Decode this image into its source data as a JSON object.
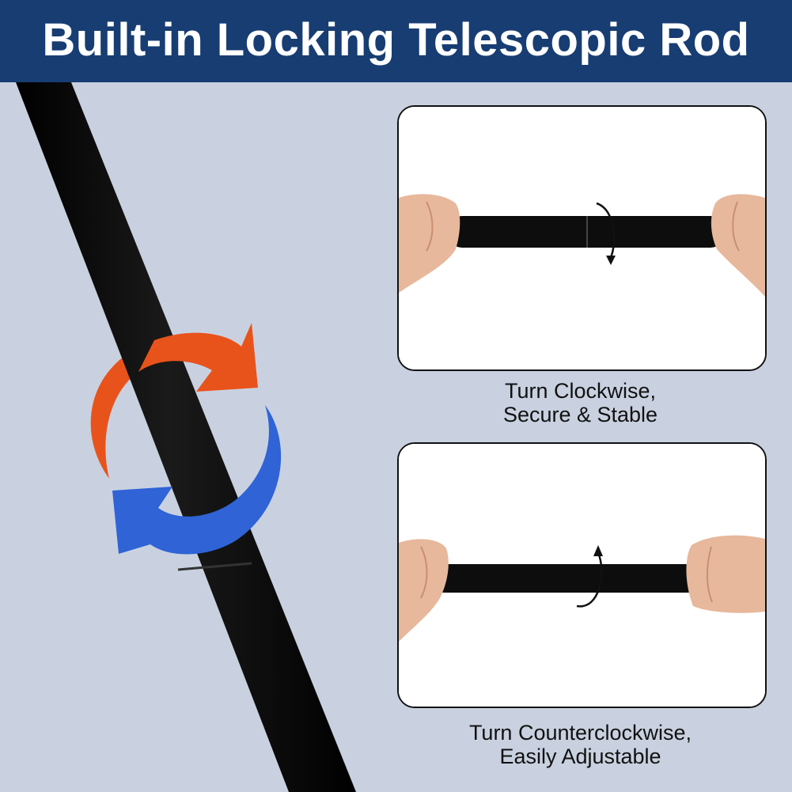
{
  "header": {
    "title": "Built-in Locking Telescopic Rod"
  },
  "colors": {
    "header_bg": "#173d73",
    "background": "#c9d1e0",
    "arrow_orange": "#e8531c",
    "arrow_blue": "#2f63d6",
    "rod": "#0b0b0b"
  },
  "panels": [
    {
      "icon": "rotate-clockwise-icon",
      "caption_line1": "Turn Clockwise,",
      "caption_line2": "Secure & Stable"
    },
    {
      "icon": "rotate-counterclockwise-icon",
      "caption_line1": "Turn Counterclockwise,",
      "caption_line2": "Easily Adjustable"
    }
  ]
}
